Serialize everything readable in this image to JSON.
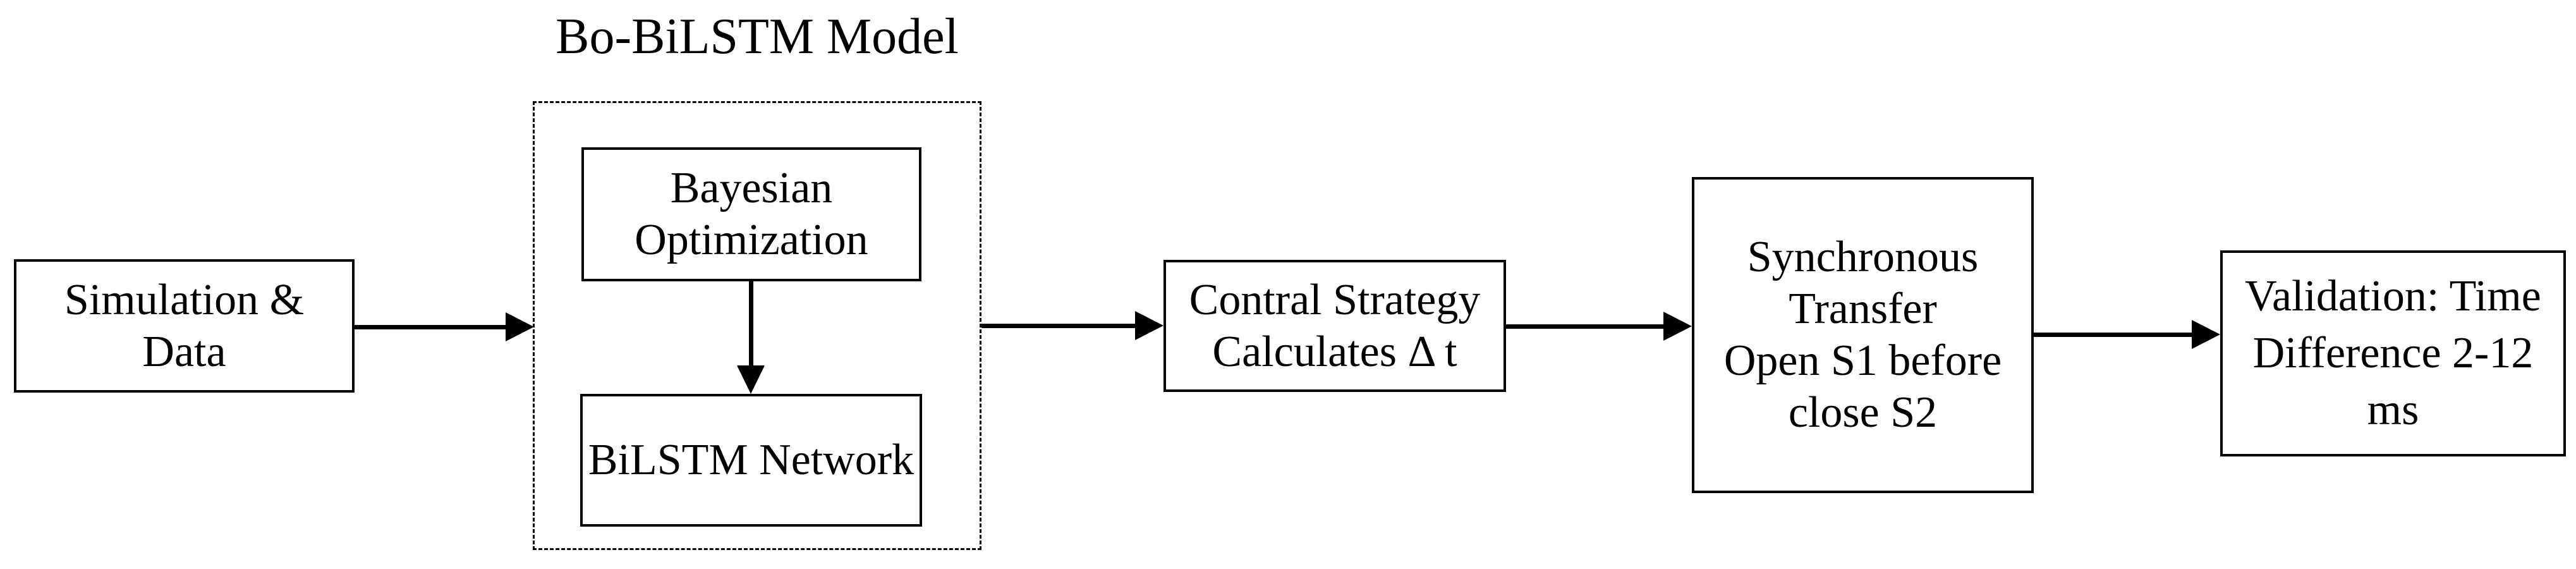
{
  "title": "Bo-BiLSTM Model",
  "colors": {
    "line": "#000000",
    "background": "#ffffff"
  },
  "nodes": {
    "simulation_data": {
      "lines": [
        "Simulation &",
        "Data"
      ]
    },
    "bayesian_optimization": {
      "lines": [
        "Bayesian",
        "Optimization"
      ]
    },
    "bilstm_network": {
      "lines": [
        "BiLSTM Network"
      ]
    },
    "control_strategy": {
      "lines": [
        "Contral Strategy",
        "Calculates Δ t"
      ]
    },
    "synchronous_transfer": {
      "lines": [
        "Synchronous",
        "Transfer",
        "Open S1 before",
        "close S2"
      ]
    },
    "validation": {
      "lines": [
        "Validation: Time",
        "Difference 2-12",
        "ms"
      ]
    }
  },
  "edges": [
    {
      "from": "simulation_data",
      "to": "bo_bilstm_group"
    },
    {
      "from": "bayesian_optimization",
      "to": "bilstm_network"
    },
    {
      "from": "bo_bilstm_group",
      "to": "control_strategy"
    },
    {
      "from": "control_strategy",
      "to": "synchronous_transfer"
    },
    {
      "from": "synchronous_transfer",
      "to": "validation"
    }
  ]
}
